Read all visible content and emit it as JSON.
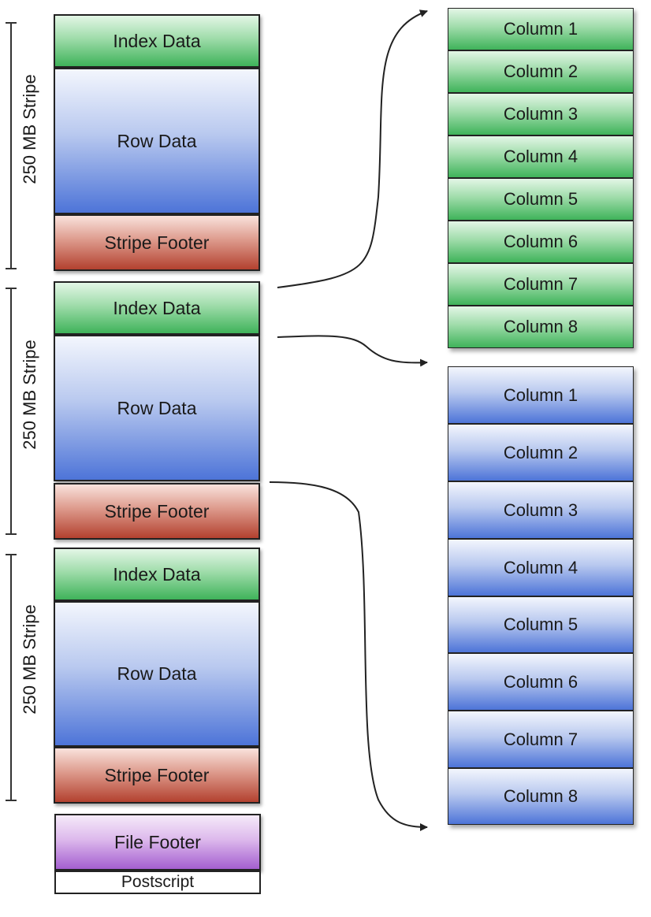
{
  "stripes": [
    {
      "label": "250 MB Stripe",
      "index": "Index Data",
      "row": "Row Data",
      "footer": "Stripe Footer"
    },
    {
      "label": "250 MB Stripe",
      "index": "Index Data",
      "row": "Row Data",
      "footer": "Stripe Footer"
    },
    {
      "label": "250 MB Stripe",
      "index": "Index Data",
      "row": "Row Data",
      "footer": "Stripe Footer"
    }
  ],
  "file_footer": "File Footer",
  "postscript": "Postscript",
  "index_columns": [
    "Column 1",
    "Column 2",
    "Column 3",
    "Column 4",
    "Column 5",
    "Column 6",
    "Column 7",
    "Column 8"
  ],
  "row_columns": [
    "Column 1",
    "Column 2",
    "Column 3",
    "Column 4",
    "Column 5",
    "Column 6",
    "Column 7",
    "Column 8"
  ],
  "colors": {
    "index": "#5cc276",
    "row": "#5f84dd",
    "footer": "#c0533f",
    "file_footer": "#b173d6",
    "outline": "#222222"
  }
}
